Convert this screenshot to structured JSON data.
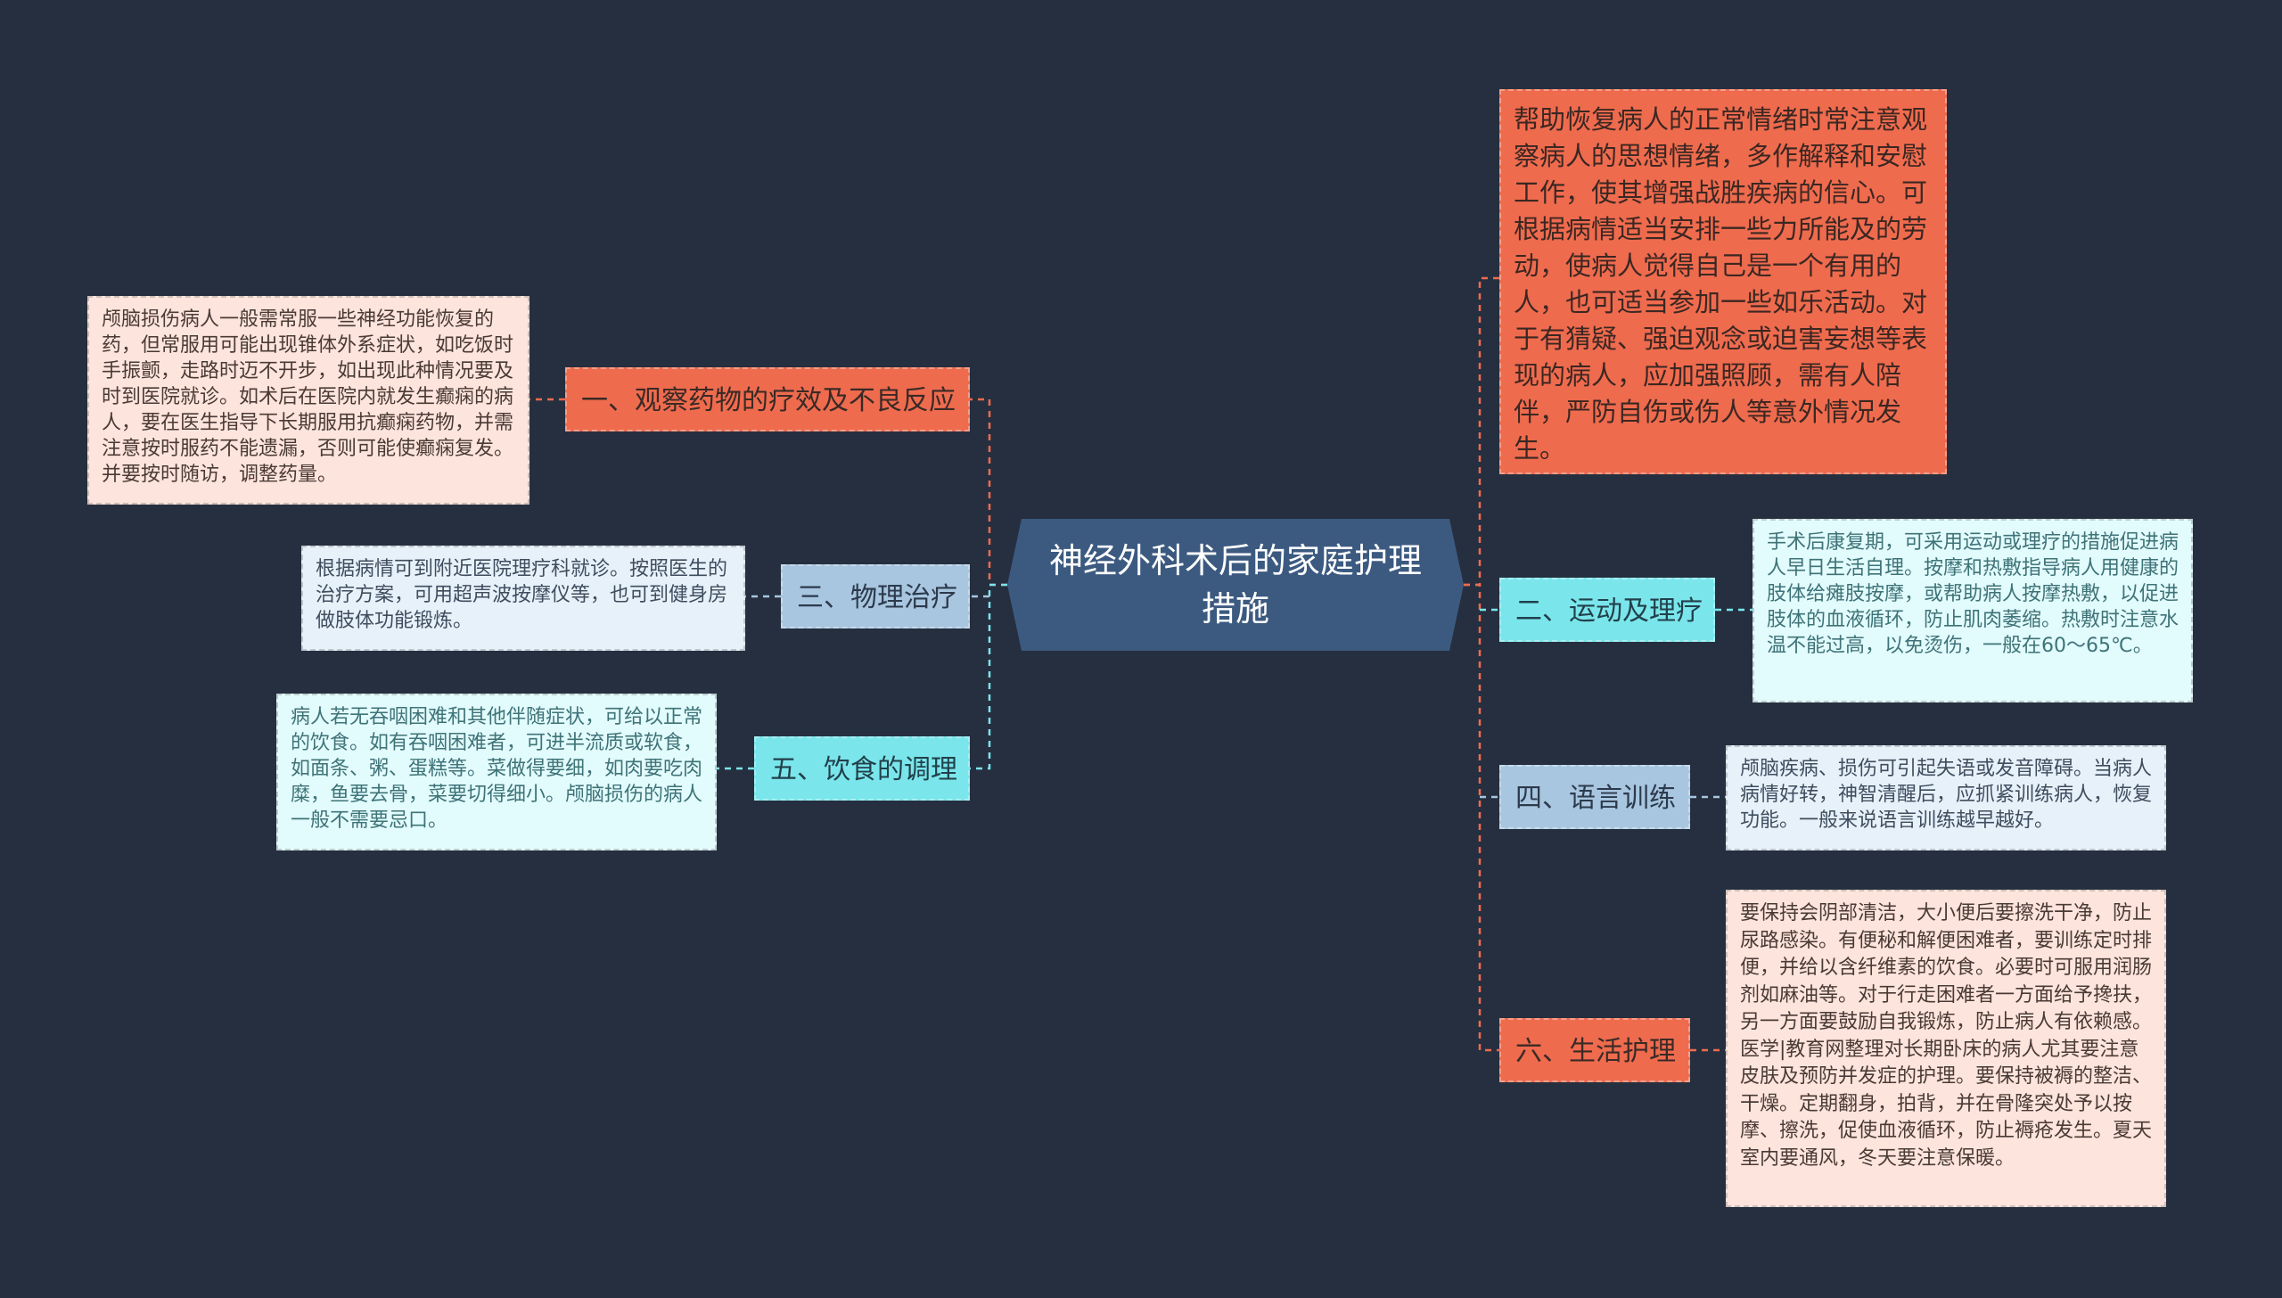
{
  "colors": {
    "background": "#262f3f",
    "center": "#3c5a80",
    "red": "#ef6b4e",
    "cyan": "#7ae6ec",
    "blue": "#a8c6e0"
  },
  "center": {
    "title": "神经外科术后的家庭护理措施"
  },
  "branches": {
    "b1": {
      "label": "一、观察药物的疗效及不良反应",
      "detail": "颅脑损伤病人一般需常服一些神经功能恢复的药，但常服用可能出现锥体外系症状，如吃饭时手振颤，走路时迈不开步，如出现此种情况要及时到医院就诊。如术后在医院内就发生癫痫的病人，要在医生指导下长期服用抗癫痫药物，并需注意按时服药不能遗漏，否则可能使癫痫复发。并要按时随访，调整药量。"
    },
    "b2": {
      "label": "二、运动及理疗",
      "detail": "手术后康复期，可采用运动或理疗的措施促进病人早日生活自理。按摩和热敷指导病人用健康的肢体给瘫肢按摩，或帮助病人按摩热敷，以促进肢体的血液循环，防止肌肉萎缩。热敷时注意水温不能过高，以免烫伤，一般在60～65℃。"
    },
    "b3": {
      "label": "三、物理治疗",
      "detail": "根据病情可到附近医院理疗科就诊。按照医生的治疗方案，可用超声波按摩仪等，也可到健身房做肢体功能锻炼。"
    },
    "b4": {
      "label": "四、语言训练",
      "detail": "颅脑疾病、损伤可引起失语或发音障碍。当病人病情好转，神智清醒后，应抓紧训练病人，恢复功能。一般来说语言训练越早越好。"
    },
    "b5": {
      "label": "五、饮食的调理",
      "detail": "病人若无吞咽困难和其他伴随症状，可给以正常的饮食。如有吞咽困难者，可进半流质或软食，如面条、粥、蛋糕等。菜做得要细，如肉要吃肉糜，鱼要去骨，菜要切得细小。颅脑损伤的病人一般不需要忌口。"
    },
    "b6": {
      "label": "六、生活护理",
      "detail": "要保持会阴部清洁，大小便后要擦洗干净，防止尿路感染。有便秘和解便困难者，要训练定时排便，并给以含纤维素的饮食。必要时可服用润肠剂如麻油等。对于行走困难者一方面给予搀扶，另一方面要鼓励自我锻炼，防止病人有依赖感。医学|教育网整理对长期卧床的病人尤其要注意皮肤及预防并发症的护理。要保持被褥的整洁、干燥。定期翻身，拍背，并在骨隆突处予以按摩、擦洗，促使血液循环，防止褥疮发生。夏天室内要通风，冬天要注意保暖。"
    },
    "top": {
      "detail": "帮助恢复病人的正常情绪时常注意观察病人的思想情绪，多作解释和安慰工作，使其增强战胜疾病的信心。可根据病情适当安排一些力所能及的劳动，使病人觉得自己是一个有用的人，也可适当参加一些如乐活动。对于有猜疑、强迫观念或迫害妄想等表现的病人，应加强照顾，需有人陪伴，严防自伤或伤人等意外情况发生。"
    }
  }
}
